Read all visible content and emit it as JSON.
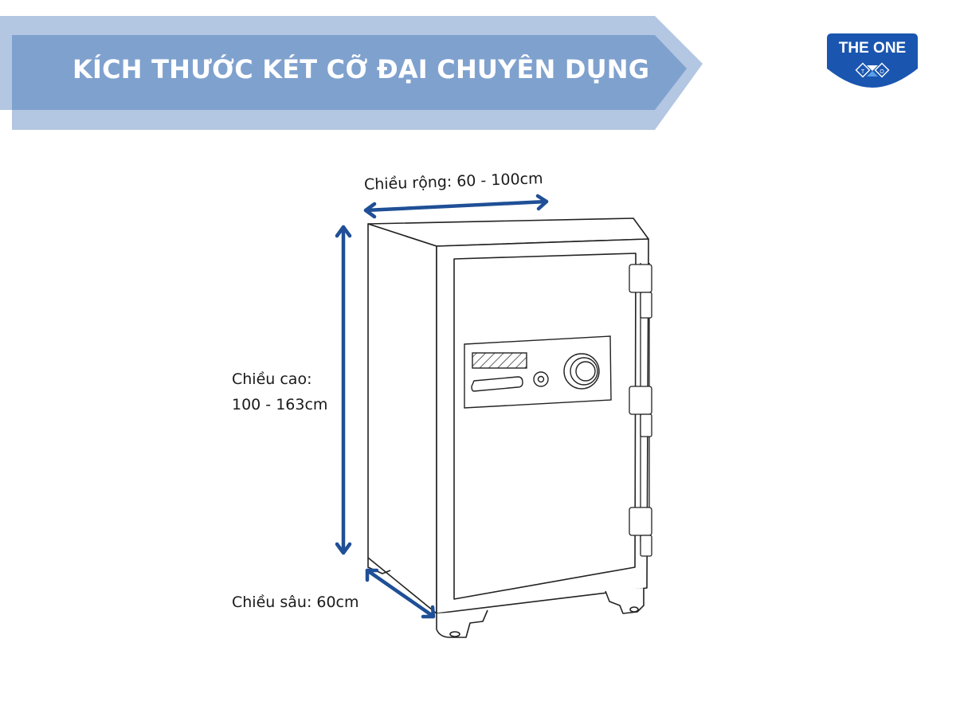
{
  "header": {
    "title": "KÍCH THƯỚC KÉT CỠ ĐẠI CHUYÊN DỤNG",
    "banner_colors": {
      "outer": "#b3c6e2",
      "inner": "#7fa1ce"
    }
  },
  "logo": {
    "text": "THE ONE",
    "sub_letters": [
      "T",
      "O"
    ],
    "color": "#1a56b0"
  },
  "diagram": {
    "subject": "safe-illustration",
    "arrow_color": "#1f4f96",
    "labels": {
      "width": "Chiều rộng: 60 - 100cm",
      "height_line1": "Chiều cao:",
      "height_line2": "100 - 163cm",
      "depth": "Chiều sâu: 60cm"
    }
  }
}
